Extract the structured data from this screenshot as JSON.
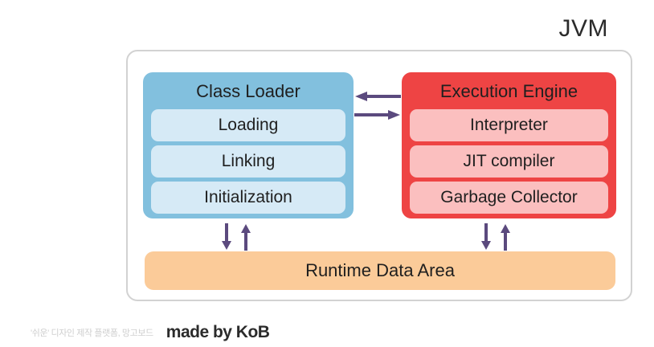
{
  "diagram": {
    "title": "JVM",
    "class_loader": {
      "title": "Class Loader",
      "items": [
        {
          "label": "Loading"
        },
        {
          "label": "Linking"
        },
        {
          "label": "Initialization"
        }
      ]
    },
    "execution_engine": {
      "title": "Execution Engine",
      "items": [
        {
          "label": "Interpreter"
        },
        {
          "label": "JIT compiler"
        },
        {
          "label": "Garbage Collector"
        }
      ]
    },
    "runtime_data_area": {
      "label": "Runtime Data Area"
    },
    "arrows": [
      {
        "name": "class-loader-from-execution-engine",
        "direction": "left"
      },
      {
        "name": "class-loader-to-execution-engine",
        "direction": "right"
      },
      {
        "name": "class-loader-to-runtime",
        "direction": "down"
      },
      {
        "name": "runtime-to-class-loader",
        "direction": "up"
      },
      {
        "name": "execution-engine-to-runtime",
        "direction": "down"
      },
      {
        "name": "runtime-to-execution-engine",
        "direction": "up"
      }
    ],
    "colors": {
      "class_loader": "#82C0DE",
      "class_loader_pill": "#D6EAF6",
      "execution_engine": "#EE4444",
      "execution_engine_pill": "#FBBFBF",
      "runtime_data_area": "#FBCB99",
      "arrow": "#5B4A7E",
      "container_border": "#D2D2D2",
      "background": "#FFFFFF",
      "text": "#1F1F1F"
    }
  },
  "footer": {
    "watermark": "'쉬운' 디자인 제작 플랫폼, 망고보드",
    "credit": "made by KoB"
  }
}
